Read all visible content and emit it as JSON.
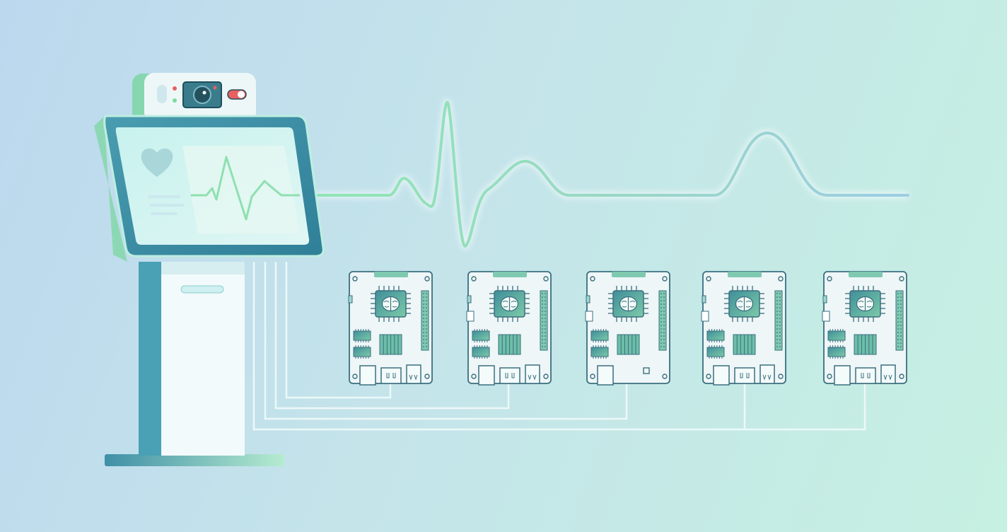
{
  "colors": {
    "accent_teal": "#3f8fa6",
    "accent_green": "#8fe0b4",
    "ecg_blue": "#9ccfe2",
    "board_fill": "#eef6f7",
    "board_stroke": "#3b6f7f",
    "chip": "#5aae9a",
    "camera": "#2f6f80",
    "led_red": "#e86060",
    "led_green": "#7fd9a0"
  },
  "icons": [
    "heart-icon",
    "camera-icon",
    "toggle-icon",
    "brain-chip-icon",
    "ecg-waveform"
  ],
  "boards": [
    {
      "id": 1
    },
    {
      "id": 2
    },
    {
      "id": 3
    },
    {
      "id": 4
    },
    {
      "id": 5
    }
  ]
}
